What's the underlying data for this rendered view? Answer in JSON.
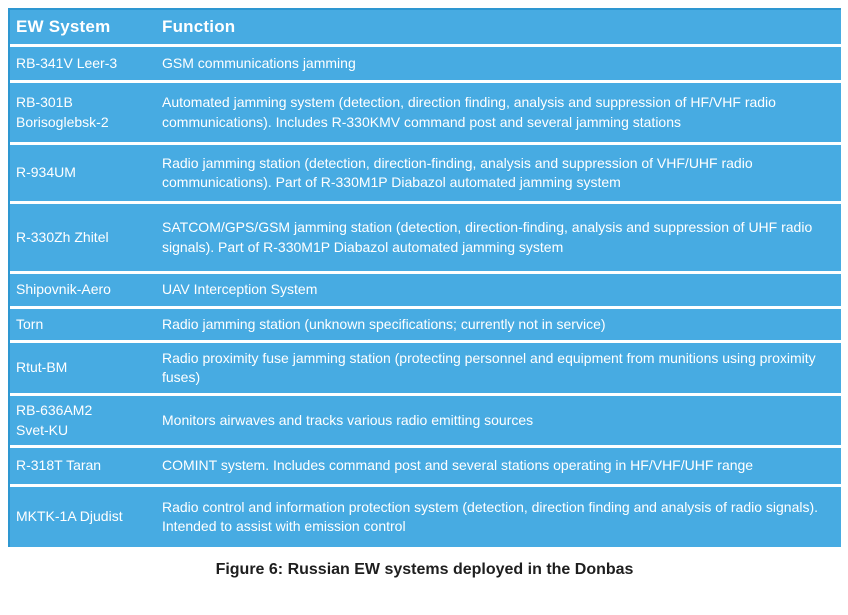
{
  "table": {
    "header": {
      "ew_system": "EW System",
      "function": "Function"
    },
    "rows": [
      {
        "system": "RB-341V Leer-3",
        "function": "GSM communications jamming"
      },
      {
        "system": "RB-301B\nBorisoglebsk-2",
        "function": "Automated jamming system (detection, direction finding, analysis and suppression of HF/VHF radio communications). Includes R-330KMV command post and several jamming stations"
      },
      {
        "system": "R-934UM",
        "function": "Radio jamming station (detection, direction-finding, analysis and suppression of VHF/UHF radio communications). Part of R-330M1P Diabazol automated jamming system"
      },
      {
        "system": "R-330Zh Zhitel",
        "function": "SATCOM/GPS/GSM jamming station (detection, direction-finding, analysis and suppression of UHF radio signals). Part of R-330M1P Diabazol automated jamming system"
      },
      {
        "system": "Shipovnik-Aero",
        "function": "UAV Interception System"
      },
      {
        "system": "Torn",
        "function": "Radio jamming station (unknown specifications; currently not in service)"
      },
      {
        "system": "Rtut-BM",
        "function": "Radio proximity fuse jamming station (protecting personnel and equipment from munitions using proximity fuses)"
      },
      {
        "system": "RB-636AM2\nSvet-KU",
        "function": "Monitors airwaves and tracks various radio emitting sources"
      },
      {
        "system": "R-318T Taran",
        "function": "COMINT system. Includes command post and several stations operating in HF/VHF/UHF range"
      },
      {
        "system": "MKTK-1A Djudist",
        "function": "Radio control and information protection system (detection, direction finding and analysis of radio signals). Intended to assist with emission control"
      }
    ]
  },
  "caption": "Figure 6: Russian EW systems deployed in the Donbas",
  "colors": {
    "table_blue": "#47ABE2",
    "border_blue": "#2E97D1",
    "divider_white": "#FFFFFF",
    "text_white": "#FFFFFF",
    "caption_text": "#1E1E1E"
  }
}
